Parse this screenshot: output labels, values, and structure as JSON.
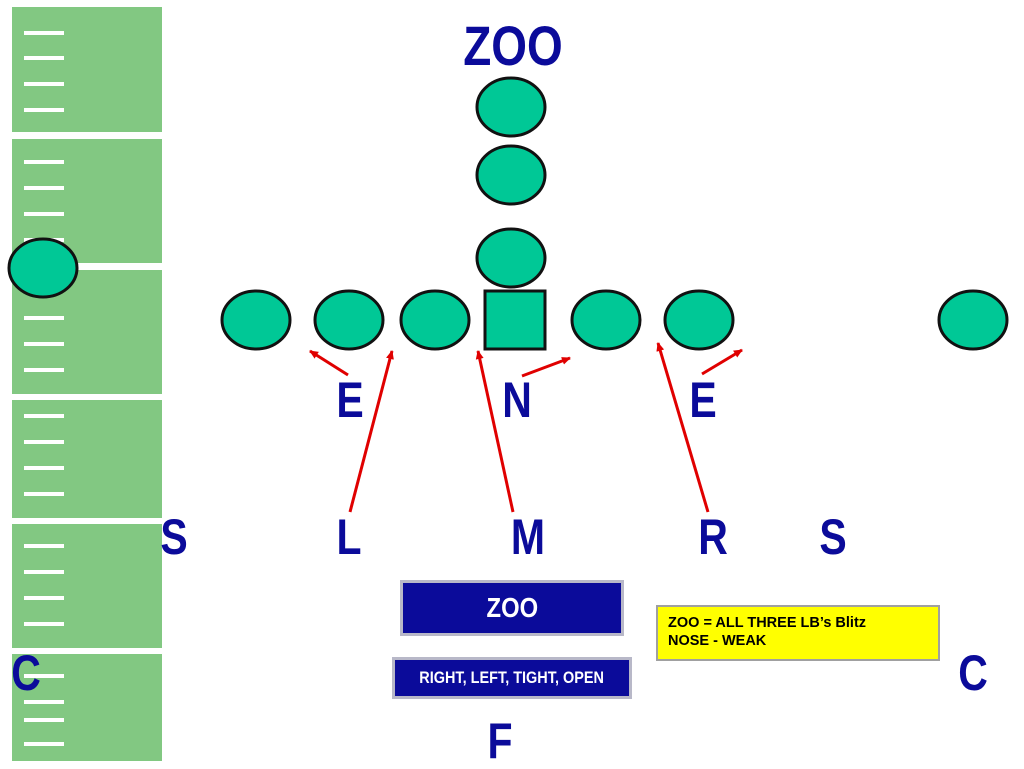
{
  "title": "ZOO",
  "colors": {
    "field": "#82c882",
    "player": "#00c896",
    "label": "#0b0b9a",
    "arrow": "#e00000",
    "note_bg": "#ffff00"
  },
  "defense_labels": {
    "end_left": "E",
    "nose": "N",
    "end_right": "E",
    "safety_left": "S",
    "lb_left": "L",
    "lb_middle": "M",
    "lb_right": "R",
    "safety_right": "S",
    "corner_left": "C",
    "corner_right": "C",
    "free_safety": "F"
  },
  "call_box": "ZOO",
  "options_box": "RIGHT, LEFT, TIGHT, OPEN",
  "note": {
    "line1": "ZOO = ALL THREE LB’s Blitz",
    "line2": "NOSE - WEAK"
  }
}
